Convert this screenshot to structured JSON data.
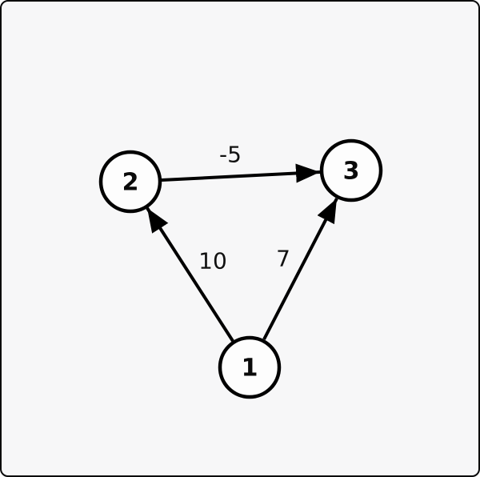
{
  "figure": {
    "type": "directed-weighted-graph",
    "colors": {
      "canvas_background": "#f7f7f8",
      "canvas_border": "#0a0a0a",
      "node_fill": "#fdfdfd",
      "node_stroke": "#000000",
      "edge_stroke": "#000000",
      "label_text": "#111111"
    }
  },
  "graph": {
    "nodes": [
      {
        "id": "1",
        "label": "1"
      },
      {
        "id": "2",
        "label": "2"
      },
      {
        "id": "3",
        "label": "3"
      }
    ],
    "edges": [
      {
        "from": "2",
        "to": "3",
        "weight": "-5"
      },
      {
        "from": "1",
        "to": "2",
        "weight": "10"
      },
      {
        "from": "1",
        "to": "3",
        "weight": "7"
      }
    ]
  }
}
